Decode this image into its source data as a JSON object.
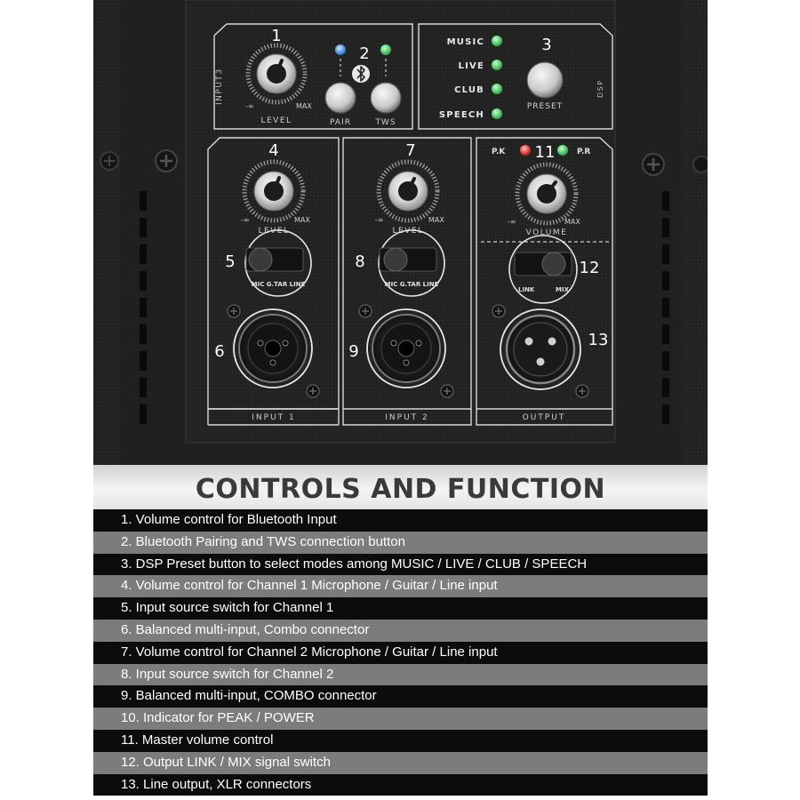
{
  "panel": {
    "callouts": [
      "1",
      "2",
      "3",
      "4",
      "5",
      "6",
      "7",
      "8",
      "9",
      "11",
      "12",
      "13"
    ],
    "bt_section": {
      "input_label": "INPUT3",
      "min_label": "-∞",
      "max_label": "MAX",
      "level_label": "LEVEL",
      "pair_label": "PAIR",
      "tws_label": "TWS"
    },
    "dsp_section": {
      "side_label": "DSP",
      "modes": [
        "MUSIC",
        "LIVE",
        "CLUB",
        "SPEECH"
      ],
      "preset_label": "PRESET"
    },
    "input1": {
      "min_label": "-∞",
      "max_label": "MAX",
      "level_label": "LEVEL",
      "switch_labels": "MIC G.TAR LINE",
      "section_label": "INPUT 1"
    },
    "input2": {
      "min_label": "-∞",
      "max_label": "MAX",
      "level_label": "LEVEL",
      "switch_labels": "MIC G.TAR LINE",
      "section_label": "INPUT 2"
    },
    "output": {
      "pk_label": "P.K",
      "pr_label": "P.R",
      "min_label": "-∞",
      "max_label": "MAX",
      "volume_label": "VOLUME",
      "link_label": "LINK",
      "mix_label": "MIX",
      "section_label": "OUTPUT"
    },
    "colors": {
      "led_green": "#3ccf5a",
      "led_blue": "#3a8ee6",
      "led_red": "#e02020",
      "panel": "#262626"
    }
  },
  "heading": "CONTROLS AND FUNCTION",
  "functions": [
    "1. Volume control for Bluetooth Input",
    "2. Bluetooth Pairing and TWS connection button",
    "3. DSP Preset button to select modes among MUSIC / LIVE / CLUB / SPEECH",
    "4. Volume control for Channel 1 Microphone / Guitar / Line input",
    "5. Input source switch for Channel 1",
    "6. Balanced multi-input, Combo connector",
    "7. Volume control for Channel 2 Microphone / Guitar / Line input",
    "8. Input source switch for Channel 2",
    "9. Balanced multi-input, COMBO connector",
    "10. Indicator for PEAK / POWER",
    "11. Master volume control",
    "12. Output LINK / MIX signal switch",
    "13. Line output, XLR connectors"
  ]
}
